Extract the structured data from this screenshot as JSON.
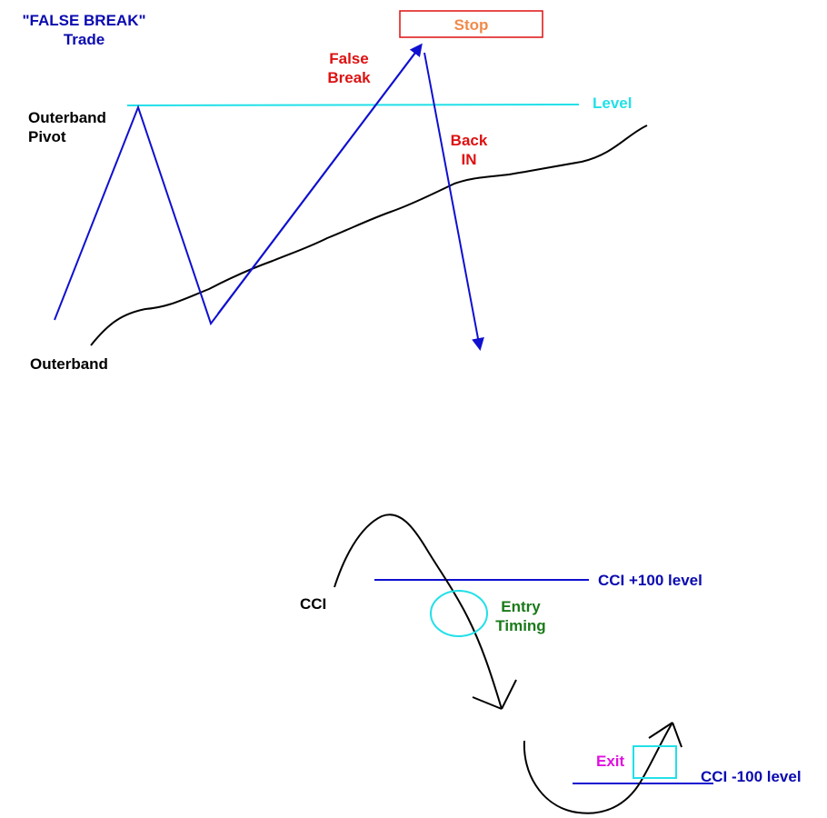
{
  "title": {
    "line1": "\"FALSE BREAK\"",
    "line2": "Trade"
  },
  "labels": {
    "outerband_pivot": {
      "line1": "Outerband",
      "line2": "Pivot"
    },
    "outerband": "Outerband",
    "level": "Level",
    "stop": "Stop",
    "false_break": {
      "line1": "False",
      "line2": "Break"
    },
    "back_in": {
      "line1": "Back",
      "line2": "IN"
    },
    "cci": "CCI",
    "cci_plus_100": "CCI +100 level",
    "cci_minus_100": "CCI -100 level",
    "entry_timing": {
      "line1": "Entry",
      "line2": "Timing"
    },
    "exit": "Exit"
  },
  "colors": {
    "blue_line": "#1010d0",
    "dark_blue_text": "#0a0ab0",
    "cyan": "#22e0e8",
    "red": "#dd1111",
    "orange": "#f08a4a",
    "green": "#1a7a1a",
    "magenta": "#e010e0",
    "black": "#000000"
  }
}
